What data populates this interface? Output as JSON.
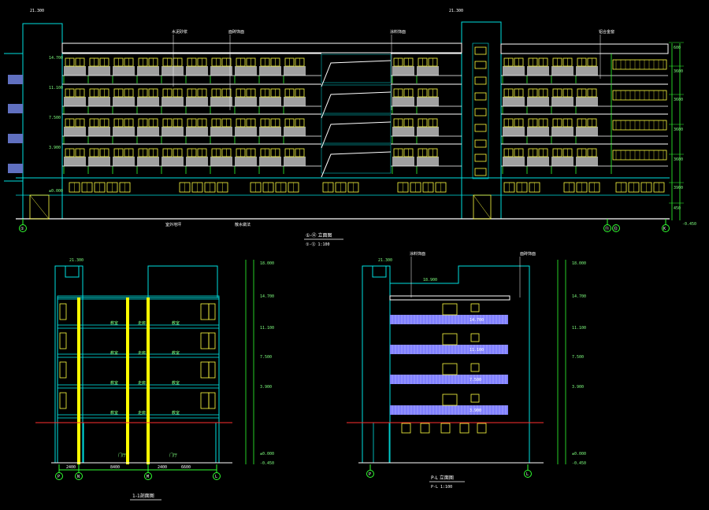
{
  "colors": {
    "background": "#000000",
    "outline": "#00e0e0",
    "floor_band": "#ffffff",
    "window": "#ffff40",
    "balcony_panel": "#a0a0a0",
    "stair_panel": "#8080ff",
    "dim_line": "#30ff30",
    "axis_bubble": "#30ff30",
    "ground": "#ff3030",
    "column": "#ffff00"
  },
  "front_elevation": {
    "title": "①-⑫ 立面图",
    "subtitle": "①-⑫ 1:100",
    "top_labels": [
      "21.300",
      "21.300",
      "水泥砂浆",
      "面砖饰面",
      "涂料饰面",
      "铝合金窗"
    ],
    "level_labels": [
      "14.700",
      "11.100",
      "7.500",
      "3.900",
      "±0.000",
      "-0.450"
    ],
    "axis_labels": [
      "①",
      "⑪",
      "⑫",
      "K"
    ],
    "right_dims": [
      "600",
      "3600",
      "3600",
      "3600",
      "3600",
      "3900",
      "450"
    ],
    "bottom_notes": [
      "室外地坪",
      "散水做法"
    ]
  },
  "section_view": {
    "title": "1-1剖面图",
    "top_level": "21.300",
    "room_labels": [
      "教室",
      "走廊",
      "教室",
      "教室",
      "走廊",
      "教室",
      "教室",
      "走廊",
      "教室",
      "教室",
      "走廊",
      "教室",
      "门厅",
      "门厅"
    ],
    "level_labels": [
      "18.000",
      "14.700",
      "11.100",
      "7.500",
      "3.900",
      "±0.000",
      "-0.450"
    ],
    "axis_labels": [
      "P",
      "N",
      "M",
      "L"
    ],
    "bottom_dims": [
      "2400",
      "8400",
      "2400",
      "6600"
    ]
  },
  "side_elevation": {
    "title": "P-L 立面图",
    "subtitle": "P-L 1:100",
    "top_level": "21.300",
    "roof_level": "18.900",
    "labels": [
      "涂料饰面",
      "面砖饰面"
    ],
    "level_labels": [
      "18.000",
      "14.700",
      "11.100",
      "7.500",
      "3.900",
      "±0.000",
      "-0.450"
    ],
    "balcony_levels": [
      "14.700",
      "11.100",
      "7.500",
      "3.900"
    ],
    "axis_labels": [
      "P",
      "L"
    ]
  }
}
